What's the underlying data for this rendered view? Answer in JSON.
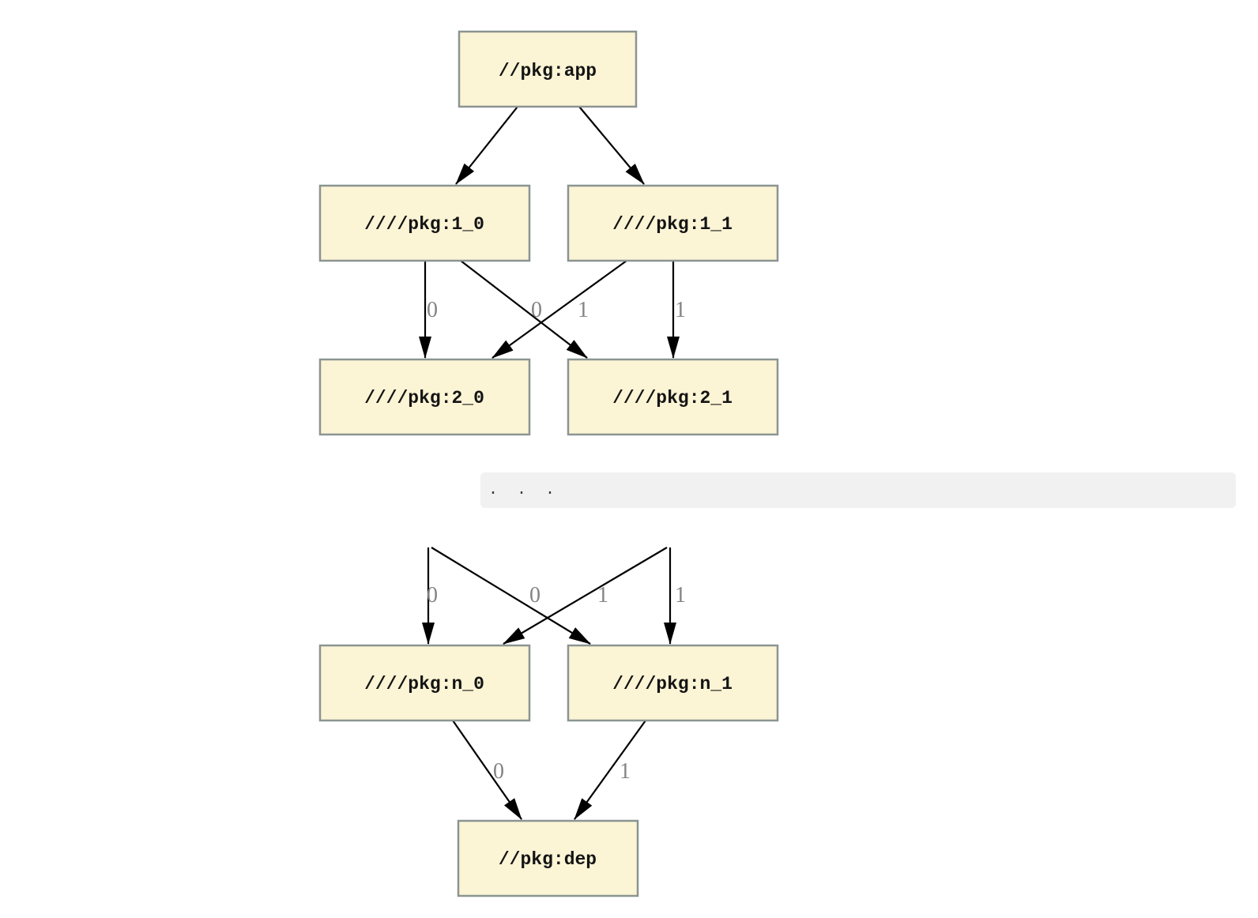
{
  "colors": {
    "node_fill": "#FBF4D5",
    "node_border": "#8B9492",
    "node_text": "#141414",
    "edge": "#000000",
    "edge_label": "#848484",
    "code_bg": "#F1F1F1"
  },
  "graph_top": {
    "nodes": [
      {
        "label": "//pkg:app"
      },
      {
        "label": "////pkg:1_0"
      },
      {
        "label": "////pkg:1_1"
      },
      {
        "label": "////pkg:2_0"
      },
      {
        "label": "////pkg:2_1"
      }
    ],
    "edges": [
      {
        "from": "//pkg:app",
        "to": "////pkg:1_0",
        "label": ""
      },
      {
        "from": "//pkg:app",
        "to": "////pkg:1_1",
        "label": ""
      },
      {
        "from": "////pkg:1_0",
        "to": "////pkg:2_0",
        "label": "0"
      },
      {
        "from": "////pkg:1_1",
        "to": "////pkg:2_0",
        "label": "0"
      },
      {
        "from": "////pkg:1_0",
        "to": "////pkg:2_1",
        "label": "1"
      },
      {
        "from": "////pkg:1_1",
        "to": "////pkg:2_1",
        "label": "1"
      }
    ]
  },
  "separator": {
    "text": ".  .  ."
  },
  "graph_bottom": {
    "nodes": [
      {
        "label": "////pkg:n_0"
      },
      {
        "label": "////pkg:n_1"
      },
      {
        "label": "//pkg:dep"
      }
    ],
    "edges": [
      {
        "to": "////pkg:n_0",
        "label": "0"
      },
      {
        "to": "////pkg:n_0",
        "label": "0"
      },
      {
        "to": "////pkg:n_1",
        "label": "1"
      },
      {
        "to": "////pkg:n_1",
        "label": "1"
      },
      {
        "from": "////pkg:n_0",
        "to": "//pkg:dep",
        "label": "0"
      },
      {
        "from": "////pkg:n_1",
        "to": "//pkg:dep",
        "label": "1"
      }
    ]
  }
}
